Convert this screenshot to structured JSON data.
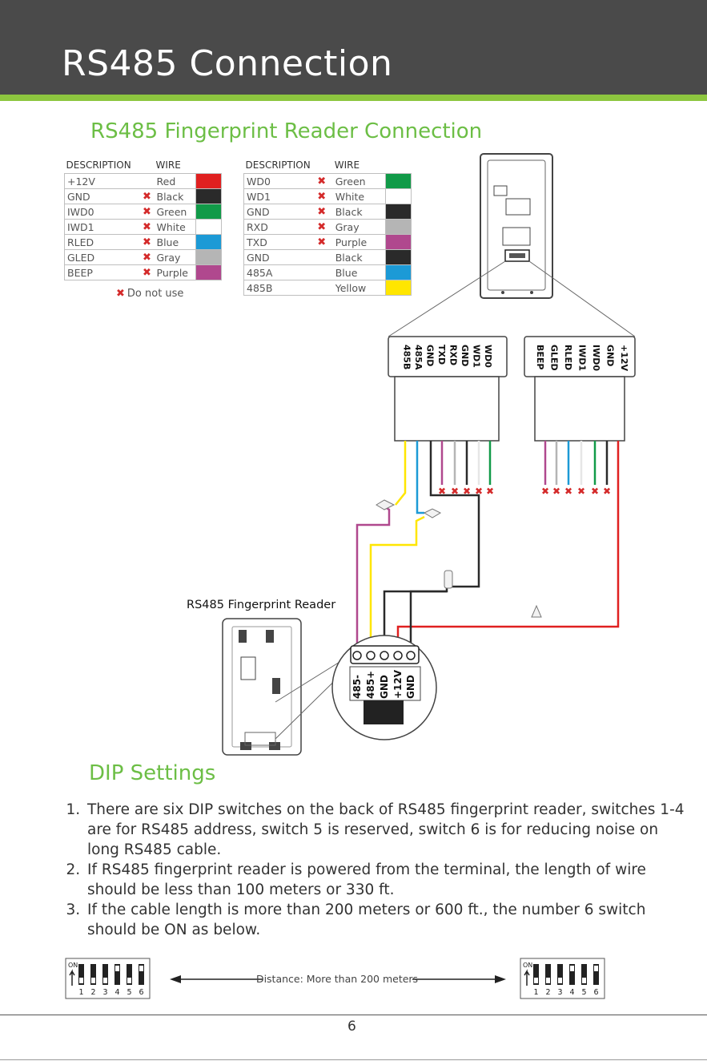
{
  "header": {
    "title": "RS485 Connection"
  },
  "section1": {
    "title": "RS485 Fingerprint Reader Connection"
  },
  "table_left": {
    "headers": [
      "DESCRIPTION",
      "WIRE"
    ],
    "rows": [
      {
        "desc": "+12V",
        "x": "",
        "wire": "Red",
        "color": "#e02020"
      },
      {
        "desc": "GND",
        "x": "✖",
        "wire": "Black",
        "color": "#2a2a2a"
      },
      {
        "desc": "IWD0",
        "x": "✖",
        "wire": "Green",
        "color": "#119a48"
      },
      {
        "desc": "IWD1",
        "x": "✖",
        "wire": "White",
        "color": "#ffffff"
      },
      {
        "desc": "RLED",
        "x": "✖",
        "wire": "Blue",
        "color": "#1c9ad6"
      },
      {
        "desc": "GLED",
        "x": "✖",
        "wire": "Gray",
        "color": "#b5b5b5"
      },
      {
        "desc": "BEEP",
        "x": "✖",
        "wire": "Purple",
        "color": "#b0488e"
      }
    ],
    "note": "Do not use"
  },
  "table_right": {
    "headers": [
      "DESCRIPTION",
      "WIRE"
    ],
    "rows": [
      {
        "desc": "WD0",
        "x": "✖",
        "wire": "Green",
        "color": "#119a48"
      },
      {
        "desc": "WD1",
        "x": "✖",
        "wire": "White",
        "color": "#ffffff"
      },
      {
        "desc": "GND",
        "x": "✖",
        "wire": "Black",
        "color": "#2a2a2a"
      },
      {
        "desc": "RXD",
        "x": "✖",
        "wire": "Gray",
        "color": "#b5b5b5"
      },
      {
        "desc": "TXD",
        "x": "✖",
        "wire": "Purple",
        "color": "#b0488e"
      },
      {
        "desc": "GND",
        "x": "",
        "wire": "Black",
        "color": "#2a2a2a"
      },
      {
        "desc": "485A",
        "x": "",
        "wire": "Blue",
        "color": "#1c9ad6"
      },
      {
        "desc": "485B",
        "x": "",
        "wire": "Yellow",
        "color": "#ffe600"
      }
    ]
  },
  "diagram": {
    "connector_left_labels": [
      "WD0",
      "WD1",
      "GND",
      "RXD",
      "TXD",
      "GND",
      "485A",
      "485B"
    ],
    "connector_right_labels": [
      "+12V",
      "GND",
      "IWD0",
      "IWD1",
      "RLED",
      "GLED",
      "BEEP"
    ],
    "reader_label": "RS485 Fingerprint Reader",
    "terminal_labels": [
      "485-",
      "485+",
      "GND",
      "+12V",
      "GND"
    ]
  },
  "section2": {
    "title": "DIP Settings"
  },
  "dip_list": [
    "There are six DIP switches on the back of RS485 fingerprint reader, switches 1-4 are for RS485 address, switch 5 is reserved, switch 6 is for reducing noise on long RS485 cable.",
    "If RS485 fingerprint reader is powered from the terminal, the length of wire should be less than 100 meters or 330 ft.",
    "If the cable length is more than 200 meters or 600 ft., the number 6 switch should be ON as below."
  ],
  "dip_diagram": {
    "on_label": "ON",
    "switch_numbers": [
      "1",
      "2",
      "3",
      "4",
      "5",
      "6"
    ],
    "distance_label": "Distance: More than 200 meters"
  },
  "footer": {
    "page_number": "6"
  }
}
